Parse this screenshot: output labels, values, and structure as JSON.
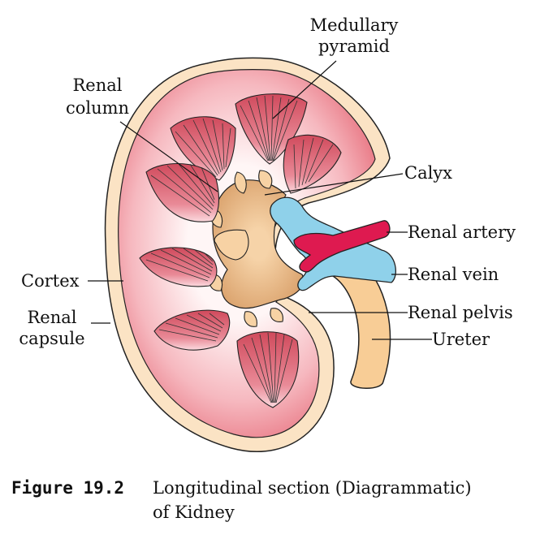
{
  "labels": {
    "medullary_pyramid_line1": "Medullary",
    "medullary_pyramid_line2": "pyramid",
    "renal_column_line1": "Renal",
    "renal_column_line2": "column",
    "calyx": "Calyx",
    "renal_artery": "Renal artery",
    "renal_vein": "Renal vein",
    "cortex": "Cortex",
    "renal_pelvis": "Renal pelvis",
    "renal_capsule_line1": "Renal",
    "renal_capsule_line2": "capsule",
    "ureter": "Ureter"
  },
  "caption": {
    "figure_number": "Figure 19.2",
    "text_line1": "Longitudinal section (Diagrammatic)",
    "text_line2": "of Kidney"
  },
  "colors": {
    "capsule": "#fbe3c4",
    "cortex_light": "#fde8ea",
    "cortex_dark": "#ea7a86",
    "pyramid": "#d85768",
    "pyramid_light": "#f6c7cf",
    "pelvis": "#d9a06a",
    "pelvis_light": "#f7d2a4",
    "artery": "#de1a50",
    "vein": "#8fd1ea",
    "ureter": "#f8cd96"
  }
}
